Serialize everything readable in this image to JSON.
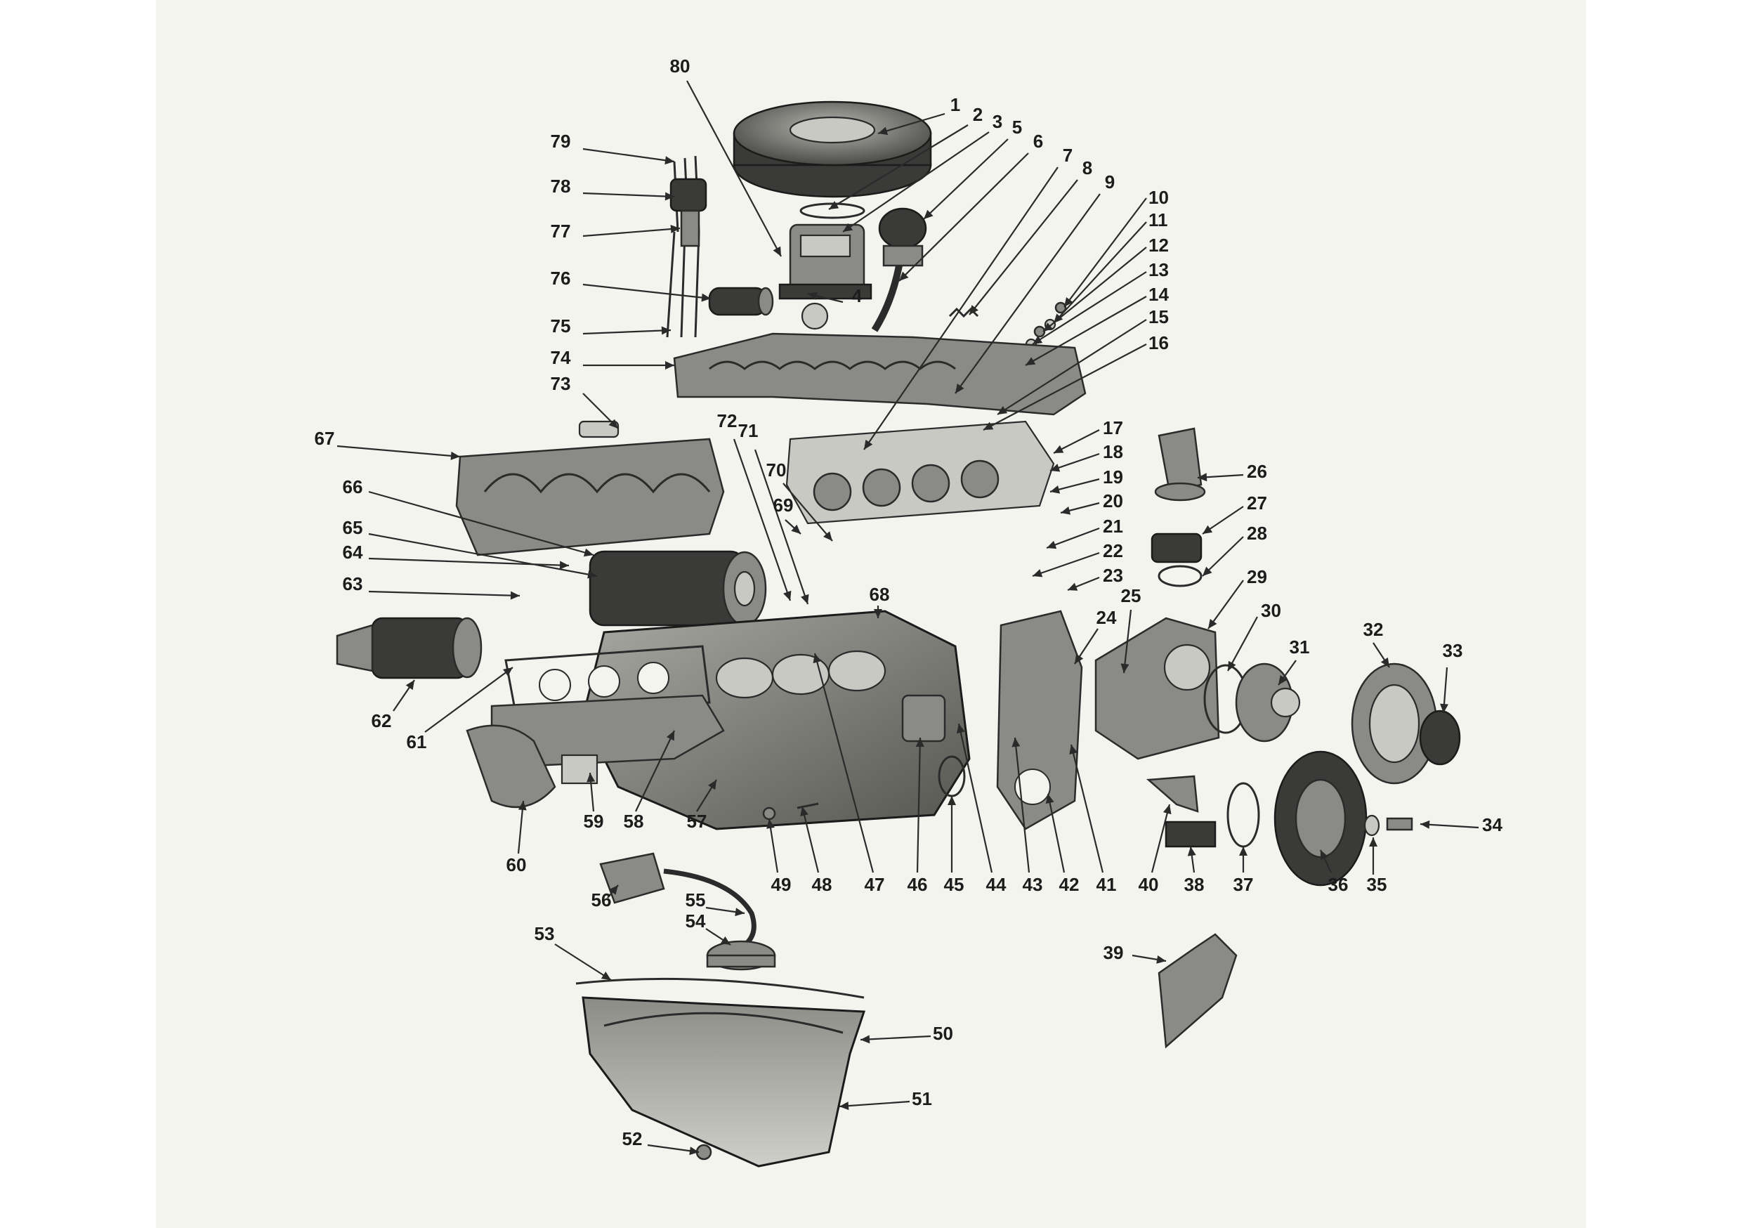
{
  "diagram": {
    "callout_numbers": [
      "1",
      "2",
      "3",
      "4",
      "5",
      "6",
      "7",
      "8",
      "9",
      "10",
      "11",
      "12",
      "13",
      "14",
      "15",
      "16",
      "17",
      "18",
      "19",
      "20",
      "21",
      "22",
      "23",
      "24",
      "25",
      "26",
      "27",
      "28",
      "29",
      "30",
      "31",
      "32",
      "33",
      "34",
      "35",
      "36",
      "37",
      "38",
      "39",
      "40",
      "41",
      "42",
      "43",
      "44",
      "45",
      "46",
      "47",
      "48",
      "49",
      "50",
      "51",
      "52",
      "53",
      "54",
      "55",
      "56",
      "57",
      "58",
      "59",
      "60",
      "61",
      "62",
      "63",
      "64",
      "65",
      "66",
      "67",
      "68",
      "69",
      "70",
      "71",
      "72",
      "73",
      "74",
      "75",
      "76",
      "77",
      "78",
      "79",
      "80"
    ]
  }
}
